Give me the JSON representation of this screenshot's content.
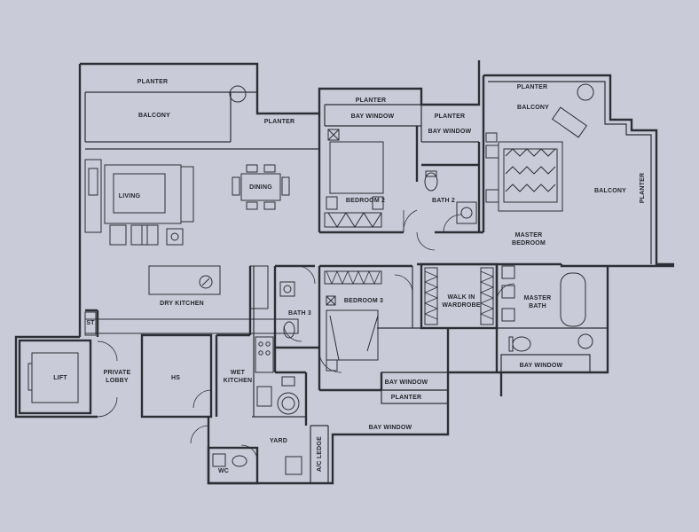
{
  "labels": {
    "planter_top": "PLANTER",
    "balcony_top": "BALCONY",
    "planter_mid": "PLANTER",
    "planter_bed2": "PLANTER",
    "bay_window_bed2": "BAY WINDOW",
    "planter_bath2": "PLANTER",
    "bay_window_bath2": "BAY WINDOW",
    "planter_master": "PLANTER",
    "balcony_master": "BALCONY",
    "balcony_side": "BALCONY",
    "planter_side": "PLANTER",
    "living": "LIVING",
    "dining": "DINING",
    "bedroom2": "BEDROOM 2",
    "bath2": "BATH 2",
    "master_bedroom_1": "MASTER",
    "master_bedroom_2": "BEDROOM",
    "dry_kitchen": "DRY KITCHEN",
    "st": "ST",
    "bath3": "BATH 3",
    "bedroom3": "BEDROOM 3",
    "walk_in_1": "WALK IN",
    "walk_in_2": "WARDROBE",
    "master_bath_1": "MASTER",
    "master_bath_2": "BATH",
    "lift": "LIFT",
    "private_lobby_1": "PRIVATE",
    "private_lobby_2": "LOBBY",
    "hs": "HS",
    "wet_kitchen_1": "WET",
    "wet_kitchen_2": "KITCHEN",
    "bay_window_bed3": "BAY WINDOW",
    "planter_bed3": "PLANTER",
    "bay_window_master_bath": "BAY WINDOW",
    "yard": "YARD",
    "ac_ledge": "A/C LEDGE",
    "bay_window_yard": "BAY WINDOW",
    "wc": "WC"
  }
}
